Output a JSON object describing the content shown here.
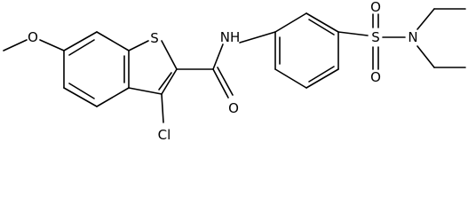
{
  "colors": {
    "bond": "#000000",
    "label": "#000000",
    "background": "#ffffff"
  },
  "atoms": {
    "O_methoxy": "O",
    "S_thiophene": "S",
    "Cl": "Cl",
    "N_amide": "NH",
    "O_amide": "O",
    "S_sulfonyl": "S",
    "O_sulfonyl_top": "O",
    "O_sulfonyl_bottom": "O",
    "N_sulfonamide": "N"
  }
}
